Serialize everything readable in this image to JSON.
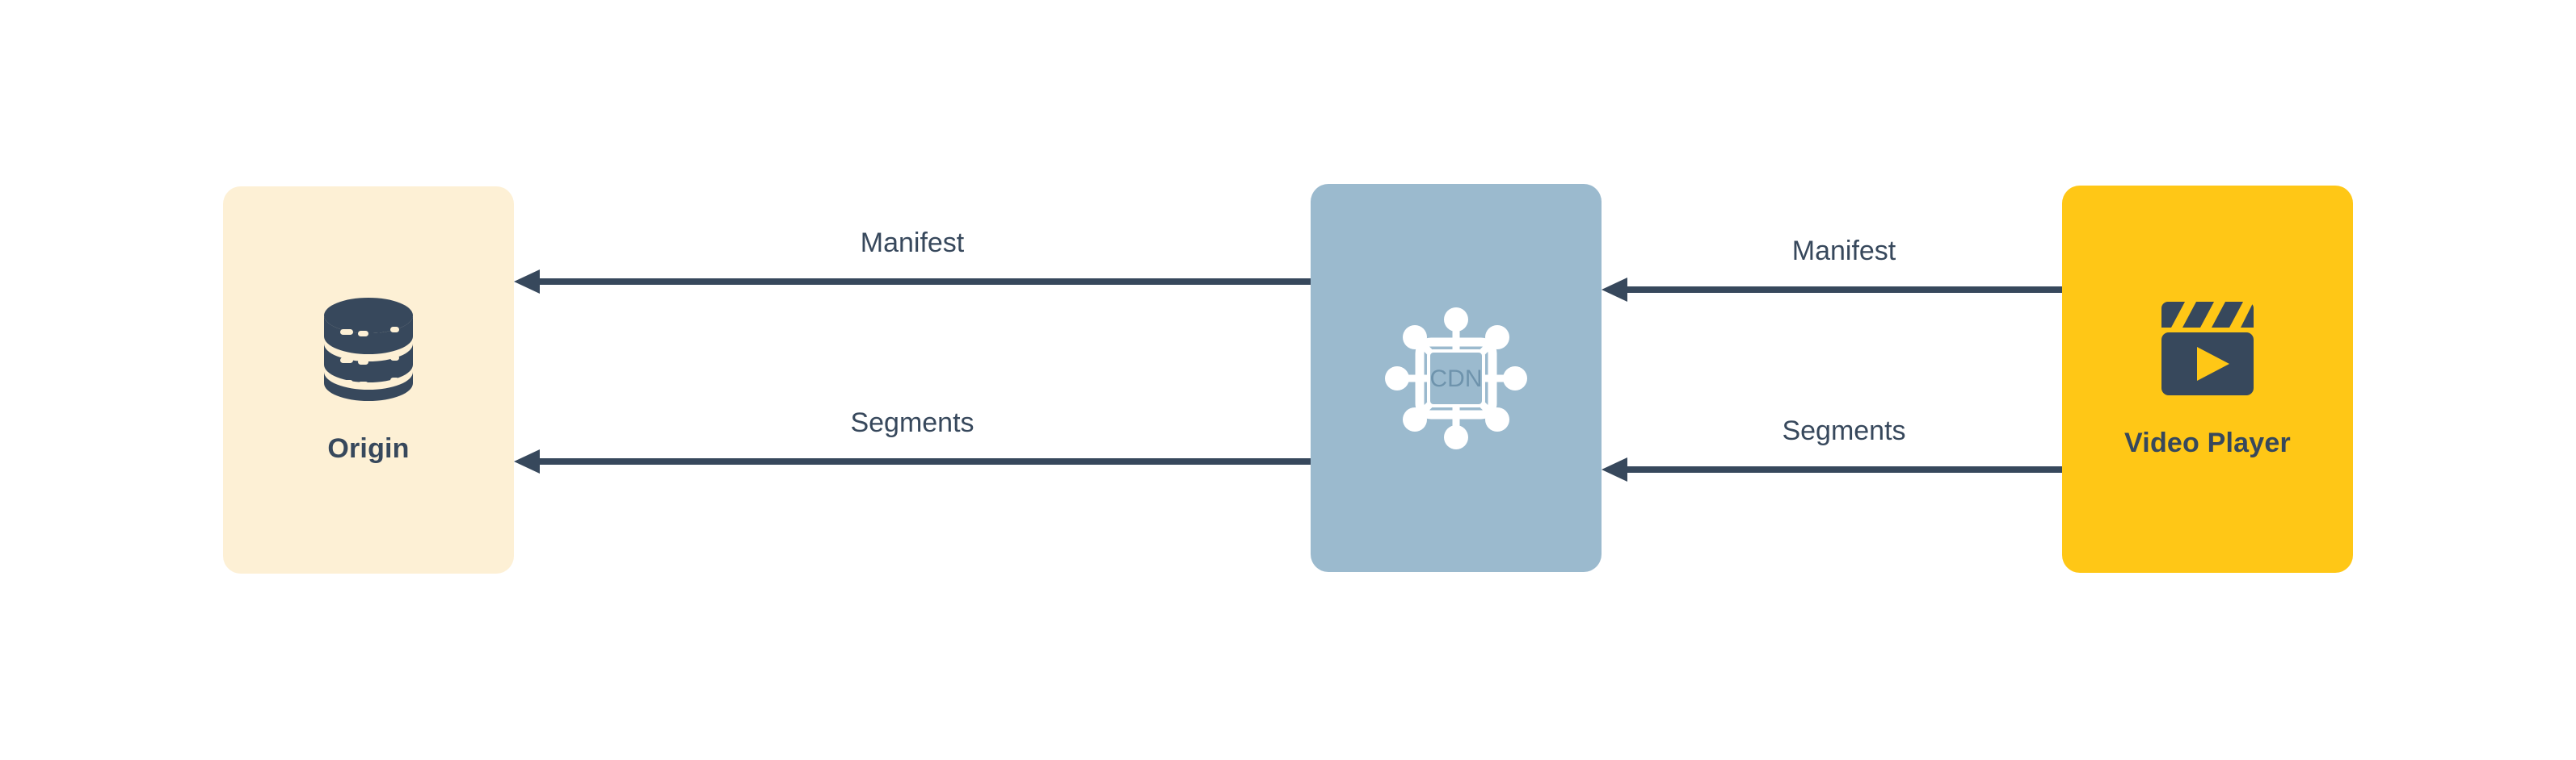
{
  "diagram": {
    "background_color": "#FFFFFF",
    "nodes": [
      {
        "id": "origin",
        "label": "Origin",
        "icon": "database-icon",
        "fill_color": "#FDF0D5",
        "icon_color": "#37485C",
        "label_color": "#37485C"
      },
      {
        "id": "cdn",
        "label": "CDN",
        "icon": "cdn-chip-icon",
        "fill_color": "#9BBACE",
        "icon_color": "#FFFFFF",
        "label_color": "#9BBACE"
      },
      {
        "id": "player",
        "label": "Video Player",
        "icon": "video-clapperboard-play-icon",
        "fill_color": "#FFC716",
        "icon_color": "#37485C",
        "label_color": "#37485C"
      }
    ],
    "edges": [
      {
        "id": "manifest-origin",
        "label": "Manifest",
        "from": "cdn",
        "to": "origin",
        "direction": "left",
        "color": "#37485C"
      },
      {
        "id": "segments-origin",
        "label": "Segments",
        "from": "cdn",
        "to": "origin",
        "direction": "left",
        "color": "#37485C"
      },
      {
        "id": "manifest-cdn",
        "label": "Manifest",
        "from": "player",
        "to": "cdn",
        "direction": "left",
        "color": "#37485C"
      },
      {
        "id": "segments-cdn",
        "label": "Segments",
        "from": "player",
        "to": "cdn",
        "direction": "left",
        "color": "#37485C"
      }
    ]
  }
}
